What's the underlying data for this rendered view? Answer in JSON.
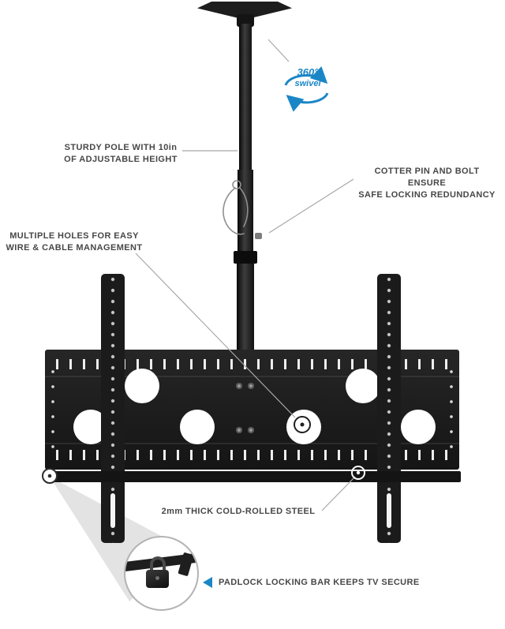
{
  "colors": {
    "mount_black": "#1b1b1b",
    "accent_blue": "#1b86c6",
    "label_text": "#474747",
    "callout_line": "#a8a8a8"
  },
  "icons": {
    "swivel_arrows": "circular-arrows",
    "padlock": "padlock",
    "callout_pointer": "left-triangle",
    "highlight_ring": "circle-marker"
  },
  "labels": {
    "sturdy_pole_line1": "STURDY POLE WITH 10in",
    "sturdy_pole_line2": "OF ADJUSTABLE HEIGHT",
    "cotter_pin_line1": "COTTER PIN AND BOLT ENSURE",
    "cotter_pin_line2": "SAFE LOCKING REDUNDANCY",
    "holes_line1": "MULTIPLE HOLES FOR EASY",
    "holes_line2": "WIRE & CABLE MANAGEMENT",
    "steel": "2mm THICK COLD-ROLLED STEEL",
    "padlock": "PADLOCK LOCKING BAR KEEPS TV SECURE",
    "swivel_degrees": "360°",
    "swivel_label": "swivel"
  }
}
